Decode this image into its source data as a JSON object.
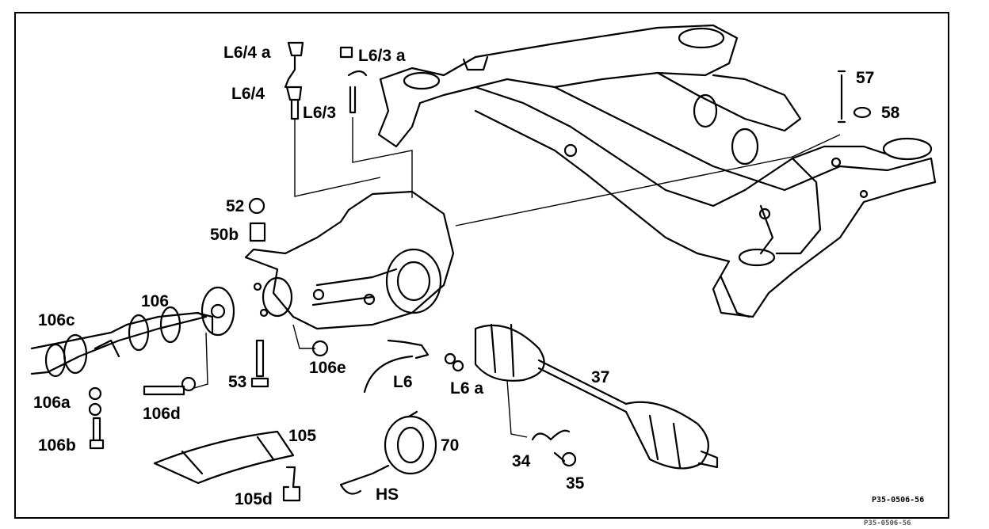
{
  "diagram": {
    "callouts": {
      "l64a": "L6/4 a",
      "l63a": "L6/3 a",
      "l64": "L6/4",
      "l63": "L6/3",
      "p57": "57",
      "p58": "58",
      "p52": "52",
      "p50b": "50b",
      "p106": "106",
      "p106c": "106c",
      "p106a": "106a",
      "p106b": "106b",
      "p106d": "106d",
      "p106e": "106e",
      "p53": "53",
      "l6": "L6",
      "l6a": "L6 a",
      "p37": "37",
      "p105": "105",
      "p105d": "105d",
      "p70": "70",
      "hs": "HS",
      "p34": "34",
      "p35": "35"
    },
    "figure_code": "P35-0506-56",
    "edge_code": "P35-0506-56"
  },
  "colors": {
    "ink": "#000000",
    "paper": "#ffffff"
  }
}
